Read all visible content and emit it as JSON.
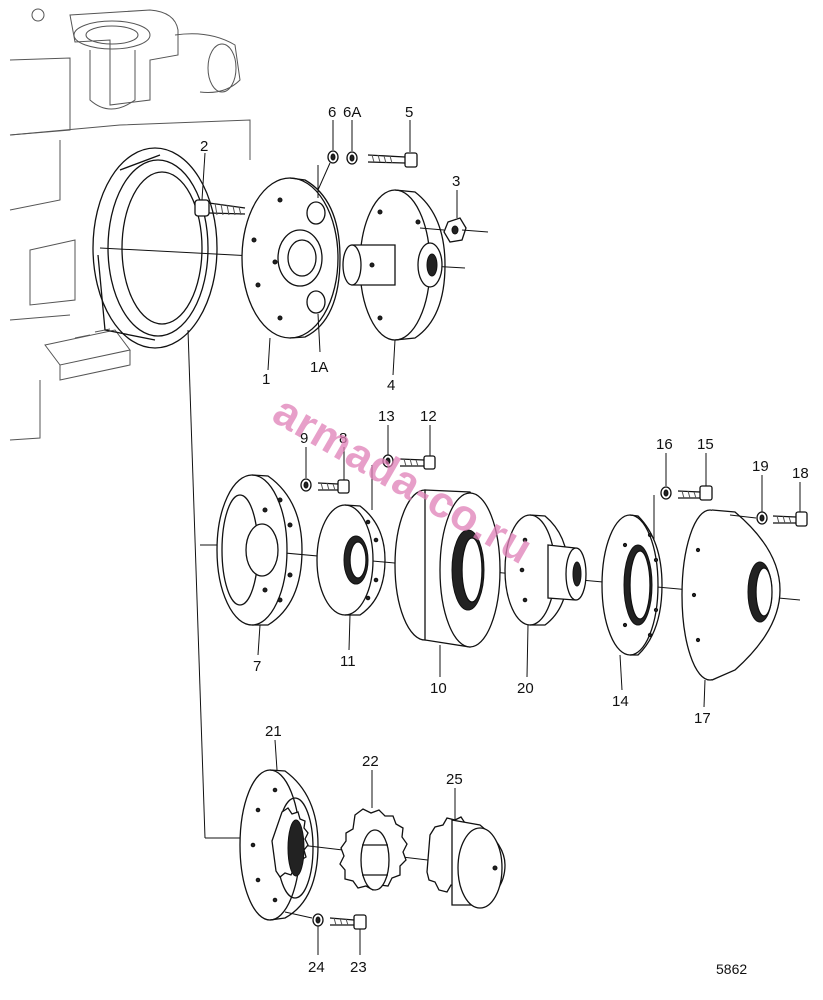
{
  "labels": {
    "p1": "1",
    "p1A": "1A",
    "p2": "2",
    "p3": "3",
    "p4": "4",
    "p5": "5",
    "p6": "6",
    "p6A": "6A",
    "p7": "7",
    "p8": "8",
    "p9": "9",
    "p10": "10",
    "p11": "11",
    "p12": "12",
    "p13": "13",
    "p14": "14",
    "p15": "15",
    "p16": "16",
    "p17": "17",
    "p18": "18",
    "p19": "19",
    "p20": "20",
    "p21": "21",
    "p22": "22",
    "p23": "23",
    "p24": "24",
    "p25": "25"
  },
  "figure_number": "5862",
  "watermark": "armada-co.ru"
}
